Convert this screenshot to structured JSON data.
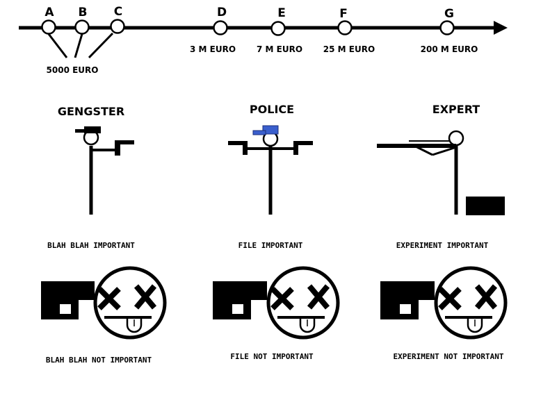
{
  "timeline": {
    "points": [
      {
        "letter": "A",
        "amount": ""
      },
      {
        "letter": "B",
        "amount": ""
      },
      {
        "letter": "C",
        "amount": ""
      },
      {
        "letter": "D",
        "amount": "3 M EURO"
      },
      {
        "letter": "E",
        "amount": "7 M EURO"
      },
      {
        "letter": "F",
        "amount": "25 M EURO"
      },
      {
        "letter": "G",
        "amount": "200 M EURO"
      }
    ],
    "group_amount": "5000 EURO"
  },
  "roles": [
    {
      "title": "GENGSTER",
      "important": "BLAH BLAH IMPORTANT",
      "not_important": "BLAH BLAH NOT IMPORTANT"
    },
    {
      "title": "POLICE",
      "important": "FILE IMPORTANT",
      "not_important": "FILE NOT IMPORTANT"
    },
    {
      "title": "EXPERT",
      "important": "EXPERIMENT IMPORTANT",
      "not_important": "EXPERIMENT NOT IMPORTANT"
    }
  ],
  "colors": {
    "ink": "#000000",
    "police_cap": "#3a5fcd",
    "background": "#ffffff"
  },
  "icons": [
    "stick-figure-icon",
    "cap-icon",
    "pistol-icon",
    "dead-face-icon"
  ]
}
